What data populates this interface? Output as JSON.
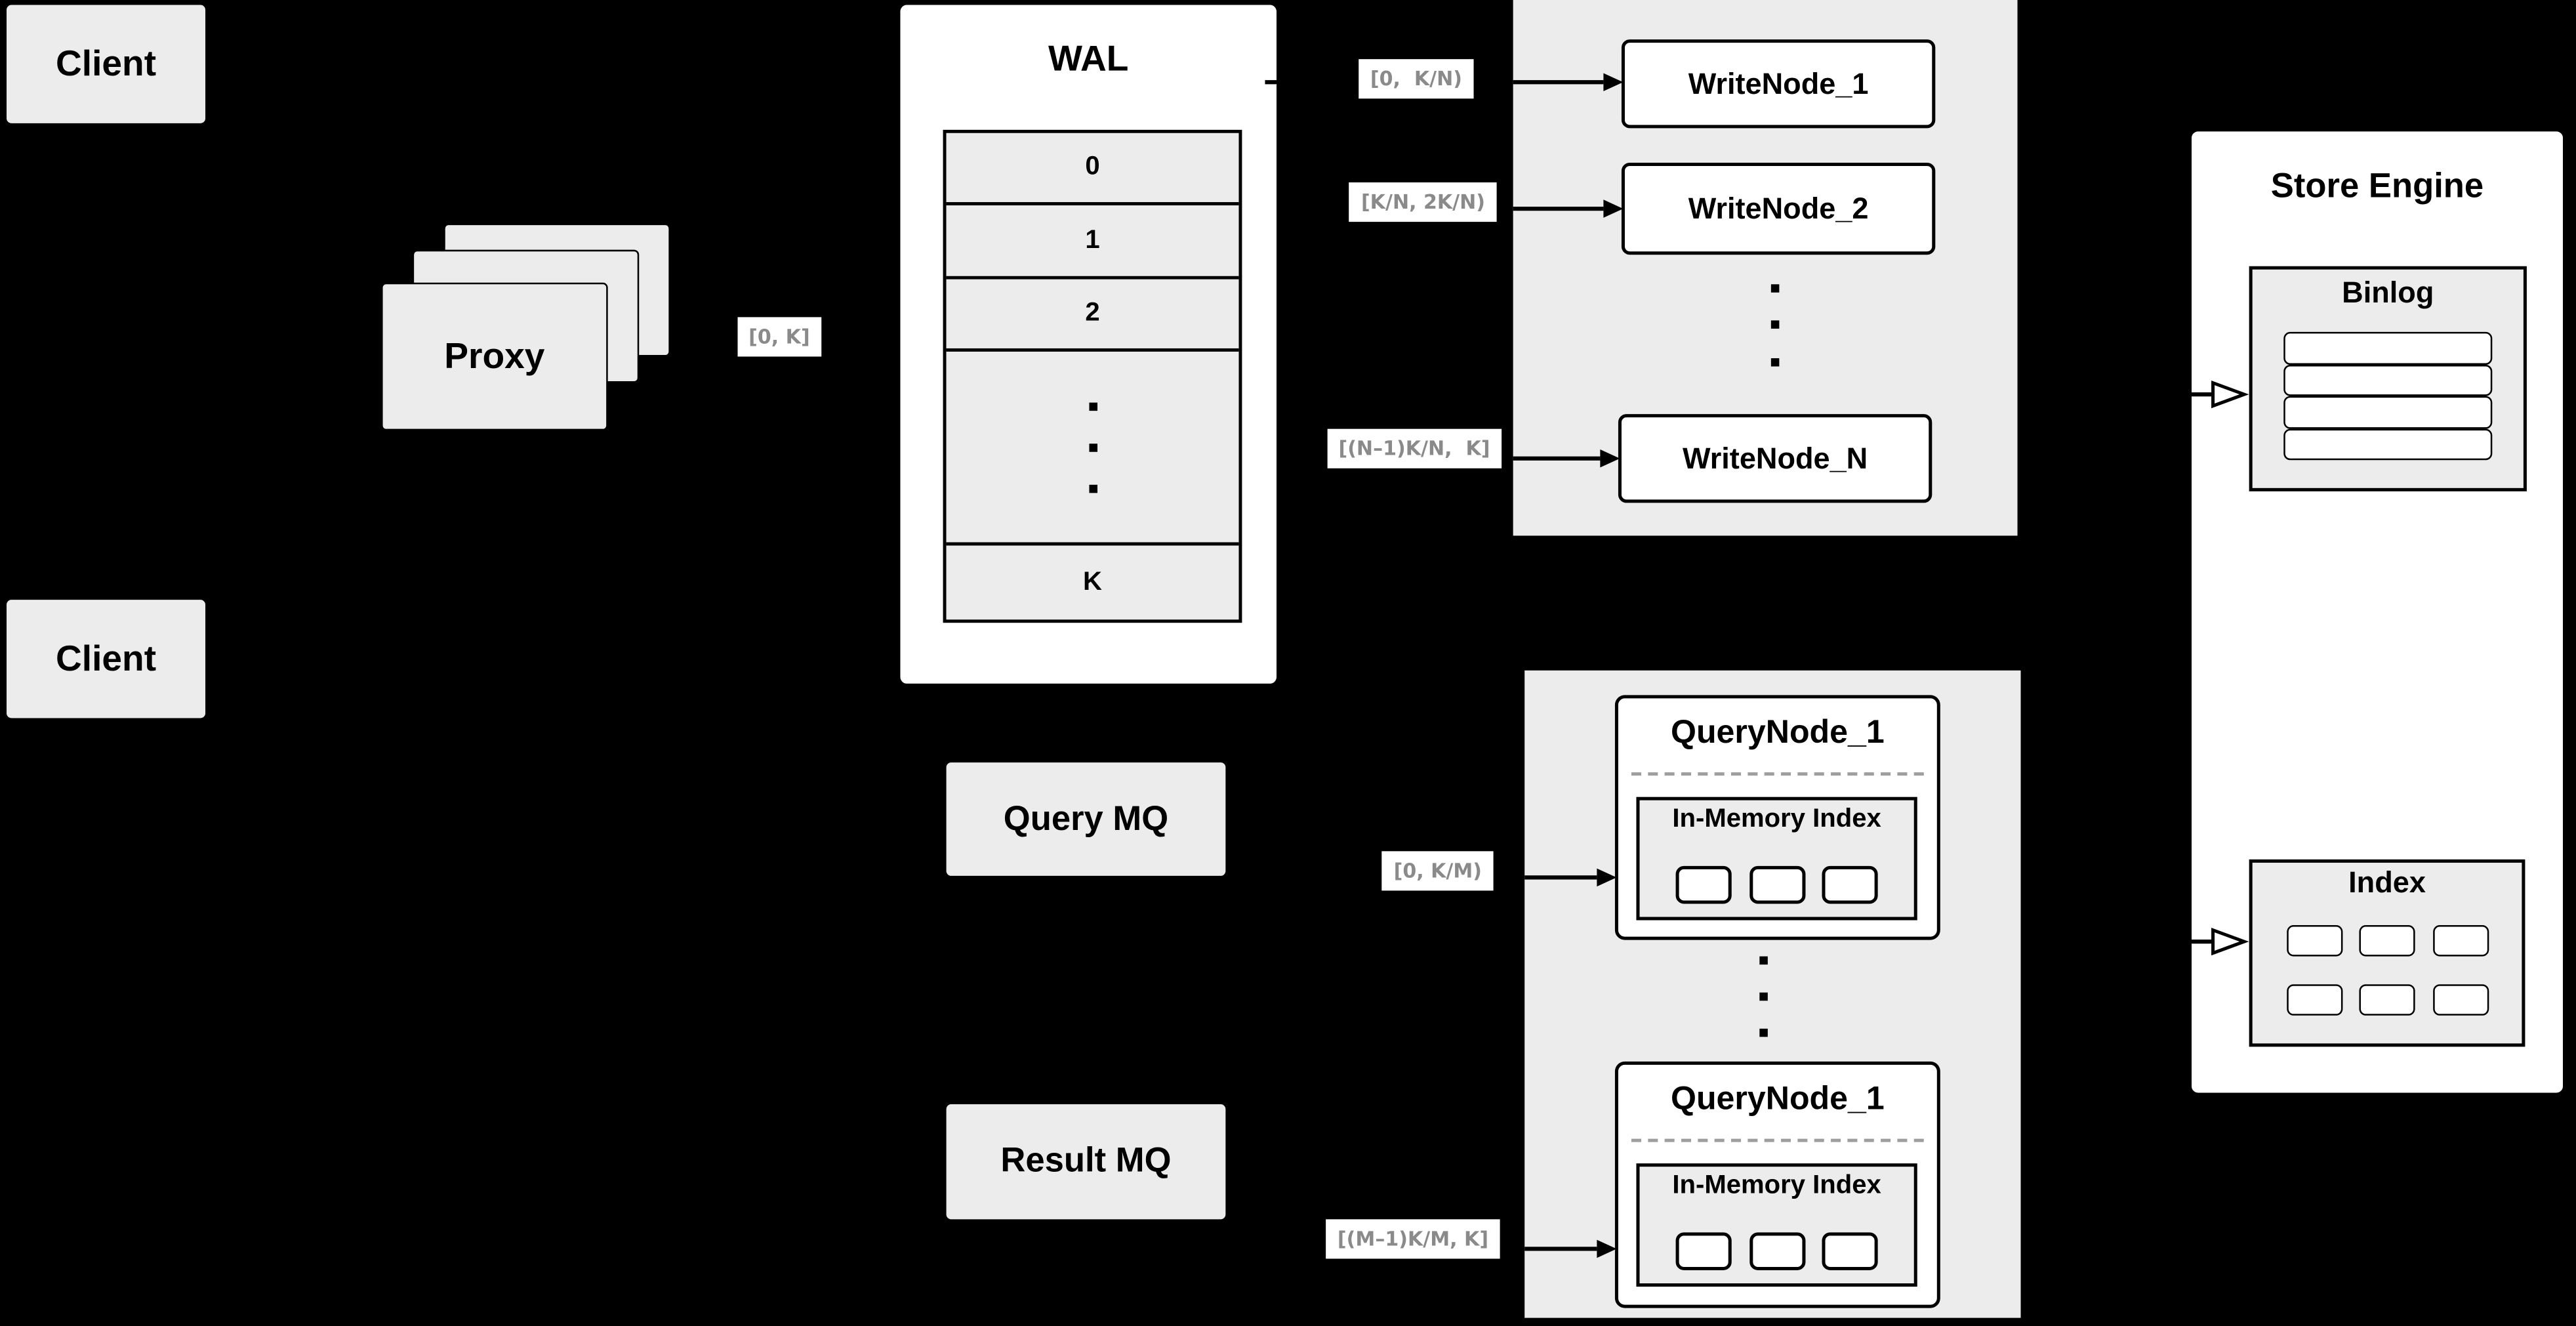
{
  "colors": {
    "background": "#000000",
    "panel_gray": "#ececec",
    "box_white": "#ffffff",
    "line_black": "#000000",
    "chip_text_gray": "#8a8a8a",
    "dashed_gray": "#9e9e9e"
  },
  "clients": {
    "top": "Client",
    "bottom": "Client"
  },
  "proxy": {
    "label": "Proxy",
    "range_label": "[0, K]"
  },
  "wal": {
    "title": "WAL",
    "rows": [
      "0",
      "1",
      "2",
      "K"
    ]
  },
  "write_panel": {
    "ranges": [
      "[0,  K/N)",
      "[K/N, 2K/N)",
      "[(N–1)K/N,  K]"
    ],
    "nodes": [
      "WriteNode_1",
      "WriteNode_2",
      "WriteNode_N"
    ]
  },
  "mq": {
    "query": "Query MQ",
    "result": "Result MQ"
  },
  "query_panel": {
    "ranges": [
      "[0, K/M)",
      "[(M–1)K/M, K]"
    ],
    "nodes": [
      {
        "title": "QueryNode_1",
        "inner_title": "In-Memory Index"
      },
      {
        "title": "QueryNode_1",
        "inner_title": "In-Memory Index"
      }
    ]
  },
  "store_engine": {
    "title": "Store Engine",
    "binlog_title": "Binlog",
    "index_title": "Index"
  }
}
